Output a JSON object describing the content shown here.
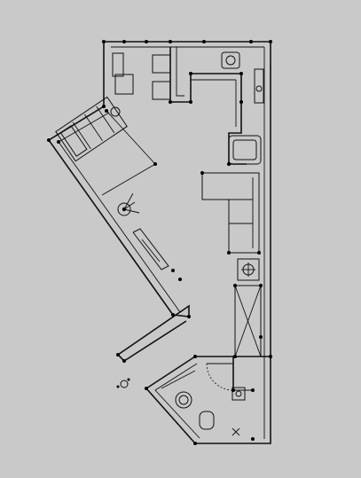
{
  "drawing": {
    "type": "architectural-floor-plan",
    "background_color": "#c9c9c9",
    "line_color": "#111111",
    "text_labels": []
  },
  "rooms": [
    {
      "name": "kitchen-dining",
      "symbol": "dining-table-icon"
    },
    {
      "name": "living-area",
      "symbol": "sofa-icon"
    },
    {
      "name": "bedroom",
      "symbol": "bed-icon"
    },
    {
      "name": "bathroom",
      "symbol": "toilet-icon"
    }
  ]
}
